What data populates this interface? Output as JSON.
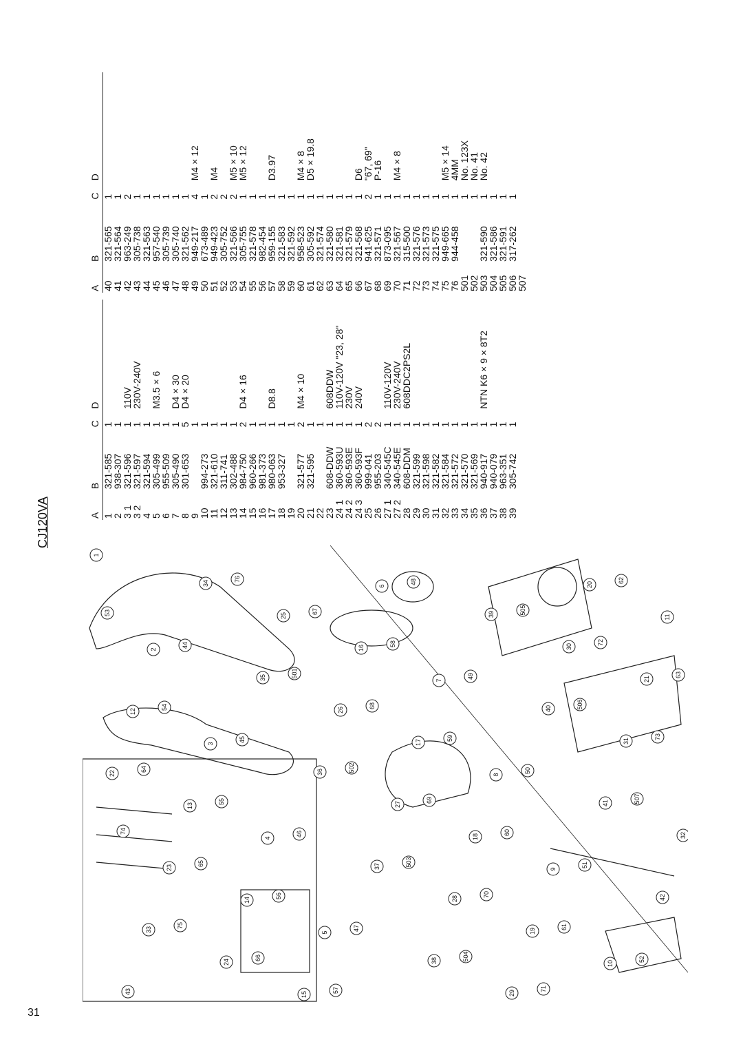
{
  "page_number": "31",
  "model": "CJ120VA",
  "table_headers": {
    "a": "A",
    "b": "B",
    "c": "C",
    "d": "D"
  },
  "table_left": [
    {
      "a": "1",
      "b": "321-585",
      "c": "1",
      "d": ""
    },
    {
      "a": "2",
      "b": "938-307",
      "c": "1",
      "d": ""
    },
    {
      "a": "3 1",
      "b": "321-596",
      "c": "1",
      "d": "110V"
    },
    {
      "a": "3 2",
      "b": "321-597",
      "c": "1",
      "d": "230V-240V"
    },
    {
      "a": "4",
      "b": "321-594",
      "c": "1",
      "d": ""
    },
    {
      "a": "5",
      "b": "305-499",
      "c": "1",
      "d": "M3.5 × 6"
    },
    {
      "a": "6",
      "b": "955-509",
      "c": "1",
      "d": ""
    },
    {
      "a": "7",
      "b": "305-490",
      "c": "1",
      "d": "D4 × 30"
    },
    {
      "a": "8",
      "b": "301-653",
      "c": "5",
      "d": "D4 × 20"
    },
    {
      "a": "9",
      "b": "",
      "c": "1",
      "d": ""
    },
    {
      "a": "10",
      "b": "994-273",
      "c": "1",
      "d": ""
    },
    {
      "a": "11",
      "b": "321-610",
      "c": "1",
      "d": ""
    },
    {
      "a": "12",
      "b": "311-741",
      "c": "1",
      "d": ""
    },
    {
      "a": "13",
      "b": "302-488",
      "c": "1",
      "d": ""
    },
    {
      "a": "14",
      "b": "984-750",
      "c": "2",
      "d": "D4 × 16"
    },
    {
      "a": "15",
      "b": "960-266",
      "c": "1",
      "d": ""
    },
    {
      "a": "16",
      "b": "981-373",
      "c": "1",
      "d": ""
    },
    {
      "a": "17",
      "b": "980-063",
      "c": "1",
      "d": "D8.8"
    },
    {
      "a": "18",
      "b": "953-327",
      "c": "1",
      "d": ""
    },
    {
      "a": "19",
      "b": "",
      "c": "1",
      "d": ""
    },
    {
      "a": "20",
      "b": "321-577",
      "c": "2",
      "d": "M4 × 10"
    },
    {
      "a": "21",
      "b": "321-595",
      "c": "1",
      "d": ""
    },
    {
      "a": "22",
      "b": "",
      "c": "1",
      "d": ""
    },
    {
      "a": "23",
      "b": "608-DDW",
      "c": "1",
      "d": "608DDW"
    },
    {
      "a": "24 1",
      "b": "360-593U",
      "c": "1",
      "d": "110V-120V \"23, 28\""
    },
    {
      "a": "24 2",
      "b": "360-593E",
      "c": "1",
      "d": "230V"
    },
    {
      "a": "24 3",
      "b": "360-593F",
      "c": "1",
      "d": "240V"
    },
    {
      "a": "25",
      "b": "999-041",
      "c": "2",
      "d": ""
    },
    {
      "a": "26",
      "b": "955-203",
      "c": "2",
      "d": ""
    },
    {
      "a": "27 1",
      "b": "340-545C",
      "c": "1",
      "d": "110V-120V"
    },
    {
      "a": "27 2",
      "b": "340-545E",
      "c": "1",
      "d": "230V-240V"
    },
    {
      "a": "28",
      "b": "608-DDM",
      "c": "1",
      "d": "608DDC2PS2L"
    },
    {
      "a": "29",
      "b": "321-599",
      "c": "1",
      "d": ""
    },
    {
      "a": "30",
      "b": "321-598",
      "c": "1",
      "d": ""
    },
    {
      "a": "31",
      "b": "321-582",
      "c": "1",
      "d": ""
    },
    {
      "a": "32",
      "b": "321-584",
      "c": "1",
      "d": ""
    },
    {
      "a": "33",
      "b": "321-572",
      "c": "1",
      "d": ""
    },
    {
      "a": "34",
      "b": "321-570",
      "c": "1",
      "d": ""
    },
    {
      "a": "35",
      "b": "321-569",
      "c": "1",
      "d": ""
    },
    {
      "a": "36",
      "b": "940-917",
      "c": "1",
      "d": "NTN K6 × 9 × 8T2"
    },
    {
      "a": "37",
      "b": "940-079",
      "c": "1",
      "d": ""
    },
    {
      "a": "38",
      "b": "963-351",
      "c": "1",
      "d": ""
    },
    {
      "a": "39",
      "b": "305-742",
      "c": "1",
      "d": ""
    }
  ],
  "table_right": [
    {
      "a": "40",
      "b": "321-565",
      "c": "1",
      "d": ""
    },
    {
      "a": "41",
      "b": "321-564",
      "c": "1",
      "d": ""
    },
    {
      "a": "42",
      "b": "963-249",
      "c": "2",
      "d": ""
    },
    {
      "a": "43",
      "b": "305-738",
      "c": "1",
      "d": ""
    },
    {
      "a": "44",
      "b": "321-563",
      "c": "1",
      "d": ""
    },
    {
      "a": "45",
      "b": "957-540",
      "c": "1",
      "d": ""
    },
    {
      "a": "46",
      "b": "305-739",
      "c": "1",
      "d": ""
    },
    {
      "a": "47",
      "b": "305-740",
      "c": "1",
      "d": ""
    },
    {
      "a": "48",
      "b": "321-562",
      "c": "1",
      "d": ""
    },
    {
      "a": "49",
      "b": "949-217",
      "c": "4",
      "d": "M4 × 12"
    },
    {
      "a": "50",
      "b": "673-489",
      "c": "1",
      "d": ""
    },
    {
      "a": "51",
      "b": "949-423",
      "c": "2",
      "d": "M4"
    },
    {
      "a": "52",
      "b": "305-752",
      "c": "2",
      "d": ""
    },
    {
      "a": "53",
      "b": "321-566",
      "c": "2",
      "d": "M5 × 10"
    },
    {
      "a": "54",
      "b": "305-755",
      "c": "1",
      "d": "M5 × 12"
    },
    {
      "a": "55",
      "b": "321-578",
      "c": "1",
      "d": ""
    },
    {
      "a": "56",
      "b": "982-454",
      "c": "1",
      "d": ""
    },
    {
      "a": "57",
      "b": "959-155",
      "c": "1",
      "d": "D3.97"
    },
    {
      "a": "58",
      "b": "321-583",
      "c": "1",
      "d": ""
    },
    {
      "a": "59",
      "b": "321-592",
      "c": "1",
      "d": ""
    },
    {
      "a": "60",
      "b": "958-523",
      "c": "1",
      "d": "M4 × 8"
    },
    {
      "a": "61",
      "b": "305-592",
      "c": "1",
      "d": "D5 × 19.8"
    },
    {
      "a": "62",
      "b": "321-574",
      "c": "1",
      "d": ""
    },
    {
      "a": "63",
      "b": "321-580",
      "c": "1",
      "d": ""
    },
    {
      "a": "64",
      "b": "321-581",
      "c": "1",
      "d": ""
    },
    {
      "a": "65",
      "b": "321-579",
      "c": "1",
      "d": ""
    },
    {
      "a": "66",
      "b": "321-568",
      "c": "1",
      "d": "D6"
    },
    {
      "a": "67",
      "b": "941-625",
      "c": "2",
      "d": "\"67, 69\""
    },
    {
      "a": "68",
      "b": "321-571",
      "c": "1",
      "d": "P-16"
    },
    {
      "a": "69",
      "b": "873-095",
      "c": "1",
      "d": ""
    },
    {
      "a": "70",
      "b": "321-567",
      "c": "1",
      "d": "M4 × 8"
    },
    {
      "a": "71",
      "b": "315-500",
      "c": "1",
      "d": ""
    },
    {
      "a": "72",
      "b": "321-576",
      "c": "1",
      "d": ""
    },
    {
      "a": "73",
      "b": "321-573",
      "c": "1",
      "d": ""
    },
    {
      "a": "74",
      "b": "321-575",
      "c": "1",
      "d": ""
    },
    {
      "a": "75",
      "b": "949-665",
      "c": "1",
      "d": "M5 × 14"
    },
    {
      "a": "76",
      "b": "944-458",
      "c": "1",
      "d": "4MM"
    },
    {
      "a": "501",
      "b": "",
      "c": "1",
      "d": "No. 123X"
    },
    {
      "a": "502",
      "b": "",
      "c": "1",
      "d": "No. 41"
    },
    {
      "a": "503",
      "b": "321-590",
      "c": "1",
      "d": "No. 42"
    },
    {
      "a": "504",
      "b": "321-586",
      "c": "1",
      "d": ""
    },
    {
      "a": "505",
      "b": "321-591",
      "c": "1",
      "d": ""
    },
    {
      "a": "506",
      "b": "317-262",
      "c": "1",
      "d": ""
    },
    {
      "a": "507",
      "b": "",
      "c": "",
      "d": ""
    }
  ],
  "diagram_labels": [
    "1",
    "2",
    "3",
    "4",
    "5",
    "6",
    "7",
    "8",
    "9",
    "10",
    "11",
    "12",
    "13",
    "14",
    "15",
    "16",
    "17",
    "18",
    "19",
    "20",
    "21",
    "22",
    "23",
    "24",
    "25",
    "26",
    "27",
    "28",
    "29",
    "30",
    "31",
    "32",
    "33",
    "34",
    "35",
    "36",
    "37",
    "38",
    "39",
    "40",
    "41",
    "42",
    "43",
    "44",
    "45",
    "46",
    "47",
    "48",
    "49",
    "50",
    "51",
    "52",
    "53",
    "54",
    "55",
    "56",
    "57",
    "58",
    "59",
    "60",
    "61",
    "62",
    "63",
    "64",
    "65",
    "66",
    "67",
    "68",
    "69",
    "70",
    "71",
    "72",
    "73",
    "74",
    "75",
    "76",
    "501",
    "502",
    "503",
    "504",
    "505",
    "506",
    "507"
  ],
  "icons": {
    "diagram": "exploded-parts-diagram"
  }
}
